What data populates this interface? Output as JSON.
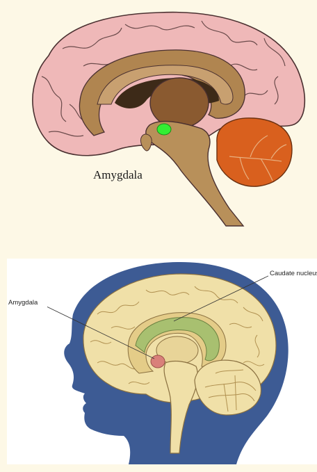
{
  "top_diagram": {
    "label": "Amygdala",
    "colors": {
      "cortex": "#efb8b8",
      "gyri_lines": "#6a4a4a",
      "inner_tan": "#b08550",
      "corpus": "#c8a070",
      "thalamus": "#8a5a30",
      "dark_region": "#3d2a18",
      "brainstem": "#b8905a",
      "cerebellum": "#d9601e",
      "amygdala": "#33ee33"
    }
  },
  "bottom_diagram": {
    "labels": {
      "amygdala": "Amygdala",
      "caudate": "Caudate nucleus"
    },
    "colors": {
      "head": "#3d5b94",
      "brain": "#f0e0a8",
      "caudate": "#a8c070",
      "amygdala": "#d9807a"
    }
  }
}
